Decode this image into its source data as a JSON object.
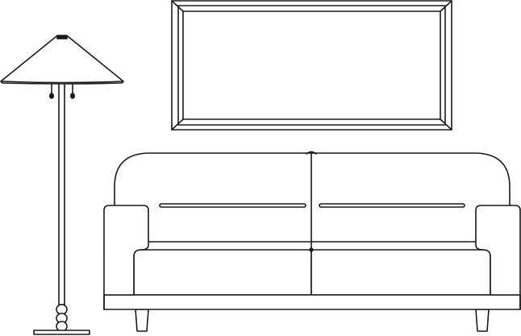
{
  "drawing": {
    "stroke_color": "#1a1a1a",
    "background_color": "#ffffff",
    "objects": [
      "floor-lamp",
      "picture-frame",
      "sofa"
    ]
  }
}
